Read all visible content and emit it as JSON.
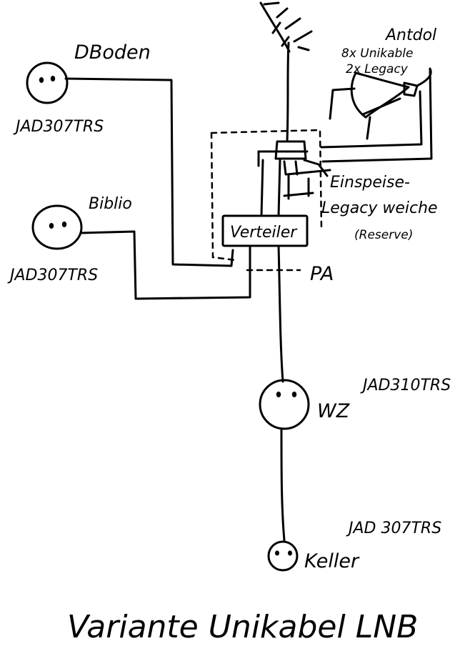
{
  "title": "Variante Unikabel LNB",
  "antenna": {
    "dish_label": "Antdol",
    "dish_note_line1": "8x Unikable",
    "dish_note_line2": "2x Legacy"
  },
  "feed": {
    "label_line1": "Einspeise-",
    "label_line2": "Legacy weiche",
    "label_line3": "(Reserve)"
  },
  "splitter": {
    "label": "Verteiler",
    "pa_label": "PA"
  },
  "outlets": [
    {
      "id": "dboden",
      "room": "DBoden",
      "model": "JAD307TRS"
    },
    {
      "id": "biblio",
      "room": "Biblio",
      "model": "JAD307TRS"
    },
    {
      "id": "wz",
      "room": "WZ",
      "model": "JAD310TRS"
    },
    {
      "id": "keller",
      "room": "Keller",
      "model": "JAD 307TRS"
    }
  ]
}
